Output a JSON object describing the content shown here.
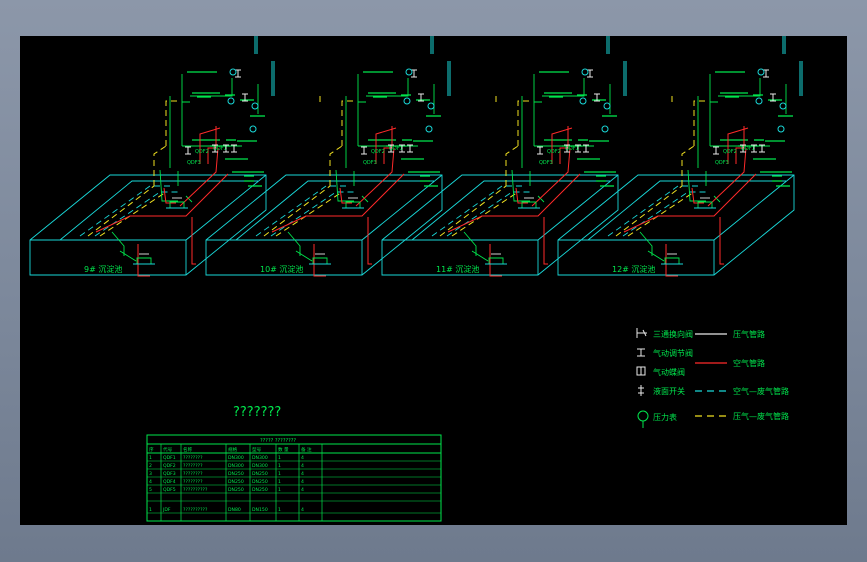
{
  "rooms": [
    {
      "label": "9# 沉淀池"
    },
    {
      "label": "10# 沉淀池"
    },
    {
      "label": "11# 沉淀池"
    },
    {
      "label": "12# 沉淀池"
    }
  ],
  "unit_tags": [
    "QDF2",
    "QDF1",
    "QDF3"
  ],
  "legend": [
    {
      "label": "三通换向阀",
      "line_label": "压气管路",
      "line": "solid-white"
    },
    {
      "label": "气动调节阀",
      "line_label": "空气管路",
      "line": "solid-red"
    },
    {
      "label": "气动蝶阀",
      "line_label": "空气—废气管路",
      "line": "dash-cyan"
    },
    {
      "label": "液面开关",
      "line_label": "压气—废气管路",
      "line": "dash-yellow"
    },
    {
      "label": "压力表",
      "line_label": "",
      "line": ""
    }
  ],
  "title": "???????",
  "table": {
    "header_title": "?????  ????????",
    "columns": [
      "序",
      "代号",
      "名称",
      "规格",
      "型号",
      "数 量",
      "备 注"
    ],
    "rows": [
      [
        "1",
        "QDF1",
        "????????",
        "DN300",
        "DN300",
        "1",
        "4"
      ],
      [
        "2",
        "QDF2",
        "????????",
        "DN300",
        "DN300",
        "1",
        "4"
      ],
      [
        "3",
        "QDF3",
        "????????",
        "DN250",
        "DN250",
        "1",
        "4"
      ],
      [
        "4",
        "QDF4",
        "????????",
        "DN250",
        "DN250",
        "1",
        "4"
      ],
      [
        "5",
        "QDF5",
        "??????????",
        "DN250",
        "DN250",
        "1",
        "4"
      ],
      [
        "",
        "",
        "",
        "",
        "",
        "",
        ""
      ],
      [
        "1",
        "JDF",
        "??????????",
        "DN80",
        "DN150",
        "1",
        "4"
      ]
    ]
  },
  "colors": {
    "background": "#000000",
    "frame": "#8c97a9",
    "green": "#00e64d",
    "cyan": "#19d8d8",
    "red": "#ff2a2a",
    "yellow": "#f0e020",
    "white": "#e8e8e8"
  }
}
